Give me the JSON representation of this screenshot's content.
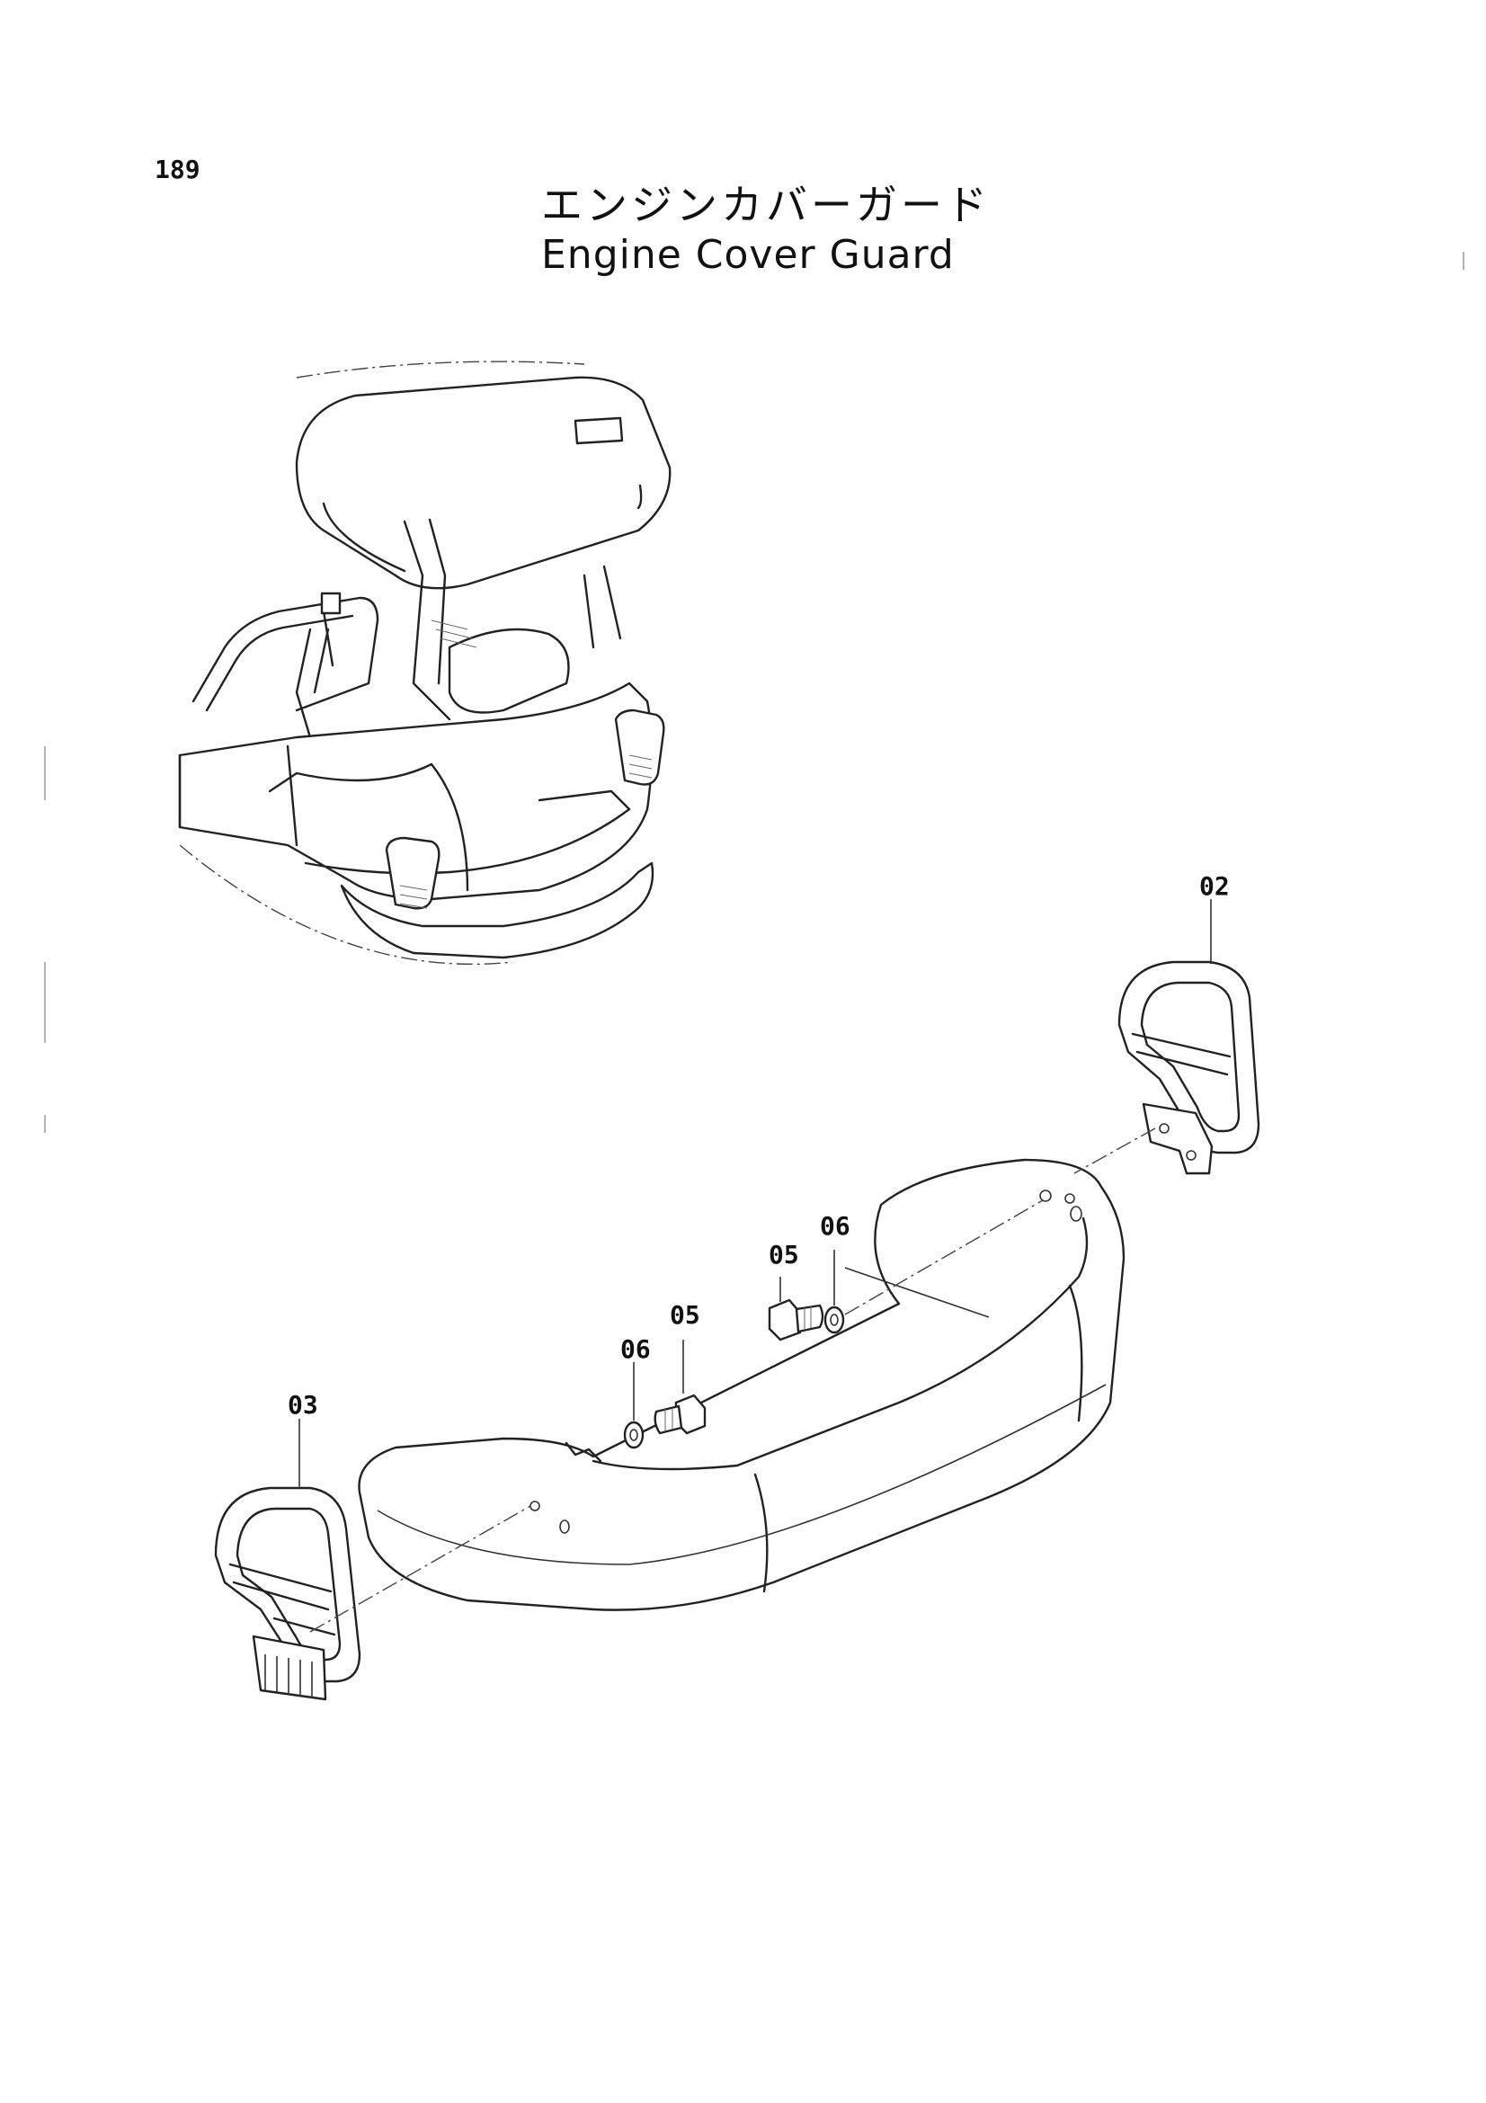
{
  "header": {
    "page_number": "189",
    "title_japanese": "エンジンカバーガード",
    "title_english": "Engine Cover Guard"
  },
  "callouts": [
    {
      "id": "callout-02",
      "label": "02"
    },
    {
      "id": "callout-03",
      "label": "03"
    },
    {
      "id": "callout-05-right",
      "label": "05"
    },
    {
      "id": "callout-06-right",
      "label": "06"
    },
    {
      "id": "callout-05-left",
      "label": "05"
    },
    {
      "id": "callout-06-left",
      "label": "06"
    }
  ]
}
